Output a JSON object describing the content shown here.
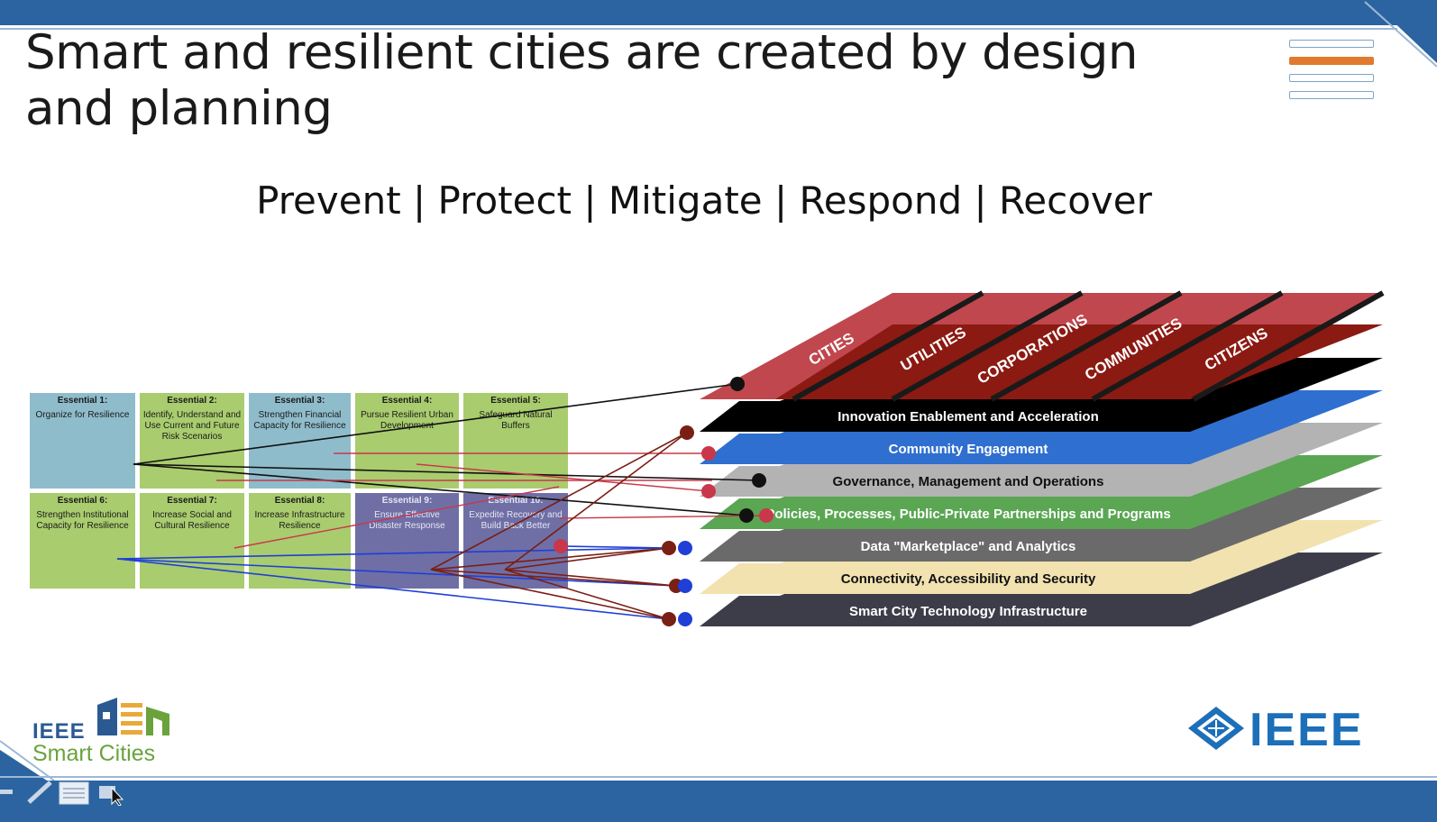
{
  "slide": {
    "title": "Smart and resilient cities are created by design and planning",
    "subtitle": "Prevent | Protect | Mitigate | Respond | Recover"
  },
  "essentials": [
    {
      "heading": "Essential 1:",
      "text": "Organize for Resilience",
      "color": "blue"
    },
    {
      "heading": "Essential 2:",
      "text": "Identify, Understand and Use Current and Future Risk Scenarios",
      "color": "green"
    },
    {
      "heading": "Essential 3:",
      "text": "Strengthen Financial Capacity for Resilience",
      "color": "blue"
    },
    {
      "heading": "Essential 4:",
      "text": "Pursue Resilient Urban Development",
      "color": "green"
    },
    {
      "heading": "Essential 5:",
      "text": "Safeguard Natural Buffers",
      "color": "green"
    },
    {
      "heading": "Essential 6:",
      "text": "Strengthen Institutional Capacity for Resilience",
      "color": "green"
    },
    {
      "heading": "Essential 7:",
      "text": "Increase Social and Cultural Resilience",
      "color": "green"
    },
    {
      "heading": "Essential 8:",
      "text": "Increase Infrastructure Resilience",
      "color": "green"
    },
    {
      "heading": "Essential 9:",
      "text": "Ensure Effective Disaster Response",
      "color": "purple"
    },
    {
      "heading": "Essential 10:",
      "text": "Expedite Recovery and Build Back Better",
      "color": "purple"
    }
  ],
  "stakeholders": [
    "CITIES",
    "UTILITIES",
    "CORPORATIONS",
    "COMMUNITIES",
    "CITIZENS"
  ],
  "layers": [
    {
      "label": "Innovation Enablement and Acceleration",
      "fill": "#000000",
      "text": "#ffffff"
    },
    {
      "label": "Community Engagement",
      "fill": "#2f6fcf",
      "text": "#ffffff"
    },
    {
      "label": "Governance, Management and Operations",
      "fill": "#b3b3b3",
      "text": "#111111"
    },
    {
      "label": "Policies, Processes, Public-Private Partnerships and Programs",
      "fill": "#5aa653",
      "text": "#ffffff"
    },
    {
      "label": "Data \"Marketplace\" and Analytics",
      "fill": "#6a6a6a",
      "text": "#ffffff"
    },
    {
      "label": "Connectivity, Accessibility and Security",
      "fill": "#f1e2b0",
      "text": "#111111"
    },
    {
      "label": "Smart City Technology Infrastructure",
      "fill": "#3d3d4a",
      "text": "#ffffff"
    }
  ],
  "colors": {
    "brand_blue": "#2b64a0",
    "stakeholder_red": "#c0474e",
    "stakeholder_dark": "#8b1a12",
    "accent_orange": "#e07a2e",
    "connector_black": "#111111",
    "connector_red": "#c8384a",
    "connector_darkred": "#7a1f14",
    "connector_blue": "#1f3fd6"
  },
  "logos": {
    "smart_cities_ieee": "IEEE",
    "smart_cities_text": "Smart Cities",
    "ieee": "IEEE"
  }
}
